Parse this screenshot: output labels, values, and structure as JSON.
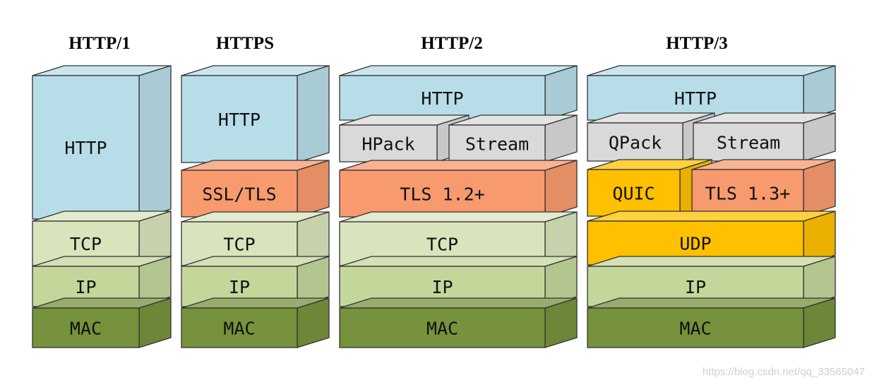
{
  "colors": {
    "http": "#b7dde8",
    "helper": "#d9d9d9",
    "tls": "#f79a6e",
    "tcp": "#d8e4bc",
    "ip": "#c4d79b",
    "mac": "#76923c",
    "quic": "#ffc000",
    "udp": "#ffc000",
    "edge": "#333333"
  },
  "stacks": [
    {
      "title": "HTTP/1",
      "layers": [
        {
          "name": "http",
          "label": "HTTP",
          "color": "http"
        },
        {
          "name": "tcp",
          "label": "TCP",
          "color": "tcp"
        },
        {
          "name": "ip",
          "label": "IP",
          "color": "ip"
        },
        {
          "name": "mac",
          "label": "MAC",
          "color": "mac"
        }
      ]
    },
    {
      "title": "HTTPS",
      "layers": [
        {
          "name": "http",
          "label": "HTTP",
          "color": "http"
        },
        {
          "name": "ssl-tls",
          "label": "SSL/TLS",
          "color": "tls"
        },
        {
          "name": "tcp",
          "label": "TCP",
          "color": "tcp"
        },
        {
          "name": "ip",
          "label": "IP",
          "color": "ip"
        },
        {
          "name": "mac",
          "label": "MAC",
          "color": "mac"
        }
      ]
    },
    {
      "title": "HTTP/2",
      "layers": [
        {
          "name": "http",
          "label": "HTTP",
          "color": "http"
        },
        {
          "name": "hpack",
          "label": "HPack",
          "color": "helper"
        },
        {
          "name": "stream",
          "label": "Stream",
          "color": "helper"
        },
        {
          "name": "tls",
          "label": "TLS 1.2+",
          "color": "tls"
        },
        {
          "name": "tcp",
          "label": "TCP",
          "color": "tcp"
        },
        {
          "name": "ip",
          "label": "IP",
          "color": "ip"
        },
        {
          "name": "mac",
          "label": "MAC",
          "color": "mac"
        }
      ]
    },
    {
      "title": "HTTP/3",
      "layers": [
        {
          "name": "http",
          "label": "HTTP",
          "color": "http"
        },
        {
          "name": "qpack",
          "label": "QPack",
          "color": "helper"
        },
        {
          "name": "stream",
          "label": "Stream",
          "color": "helper"
        },
        {
          "name": "quic",
          "label": "QUIC",
          "color": "quic"
        },
        {
          "name": "tls",
          "label": "TLS 1.3+",
          "color": "tls"
        },
        {
          "name": "udp",
          "label": "UDP",
          "color": "udp"
        },
        {
          "name": "ip",
          "label": "IP",
          "color": "ip"
        },
        {
          "name": "mac",
          "label": "MAC",
          "color": "mac"
        }
      ]
    }
  ],
  "watermark": "https://blog.csdn.net/qq_33565047"
}
